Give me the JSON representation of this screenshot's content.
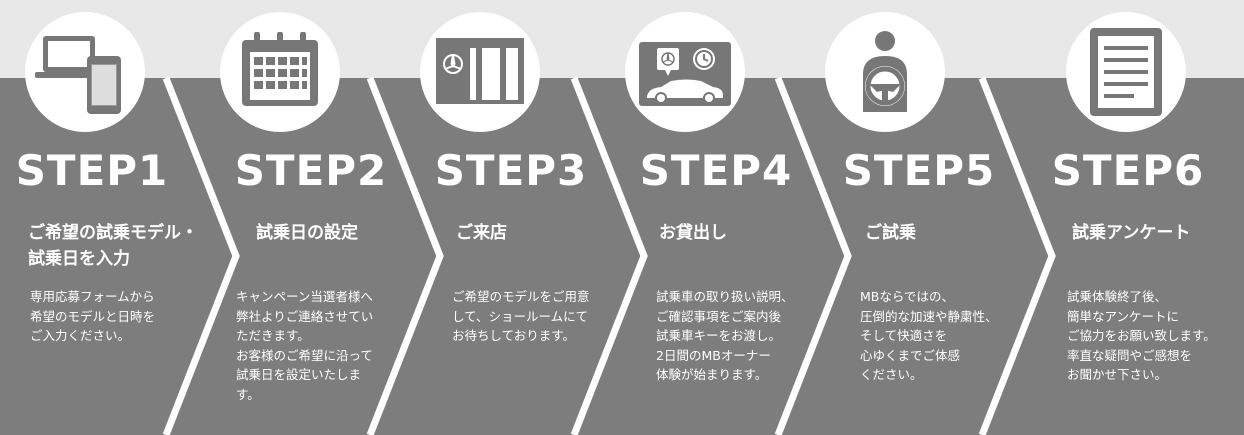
{
  "colors": {
    "background": "#e8e8e8",
    "band": "#7d7d7d",
    "separator": "#ffffff",
    "icon": "#777777"
  },
  "steps": [
    {
      "title": "STEP1",
      "icon": "laptop-phone-icon",
      "heading": [
        "ご希望の試乗モデル・",
        "試乗日を入力"
      ],
      "body": [
        "専用応募フォームから",
        "希望のモデルと日時を",
        "ご入力ください。"
      ]
    },
    {
      "title": "STEP2",
      "icon": "calendar-icon",
      "heading": [
        "試乗日の設定"
      ],
      "body": [
        "キャンペーン当選者様へ",
        "弊社よりご連絡させてい",
        "ただきます。",
        "お客様のご希望に沿って",
        "試乗日を設定いたしま",
        "す。"
      ]
    },
    {
      "title": "STEP3",
      "icon": "showroom-icon",
      "heading": [
        "ご来店"
      ],
      "body": [
        "ご希望のモデルをご用意",
        "して、ショールームにて",
        "お待ちしております。"
      ]
    },
    {
      "title": "STEP4",
      "icon": "car-clock-icon",
      "heading": [
        "お貸出し"
      ],
      "body": [
        "試乗車の取り扱い説明、",
        "ご確認事項をご案内後",
        "試乗車キーをお渡し。",
        "2日間のMBオーナー",
        "体験が始まります。"
      ]
    },
    {
      "title": "STEP5",
      "icon": "driver-wheel-icon",
      "heading": [
        "ご試乗"
      ],
      "body": [
        "MBならではの、",
        "圧倒的な加速や静粛性、",
        "そして快適さを",
        "心ゆくまでご体感",
        "ください。"
      ]
    },
    {
      "title": "STEP6",
      "icon": "questionnaire-icon",
      "heading": [
        "試乗アンケート"
      ],
      "body": [
        "試乗体験終了後、",
        "簡単なアンケートに",
        "ご協力をお願い致します。",
        "率直な疑問やご感想を",
        "お聞かせ下さい。"
      ]
    }
  ]
}
